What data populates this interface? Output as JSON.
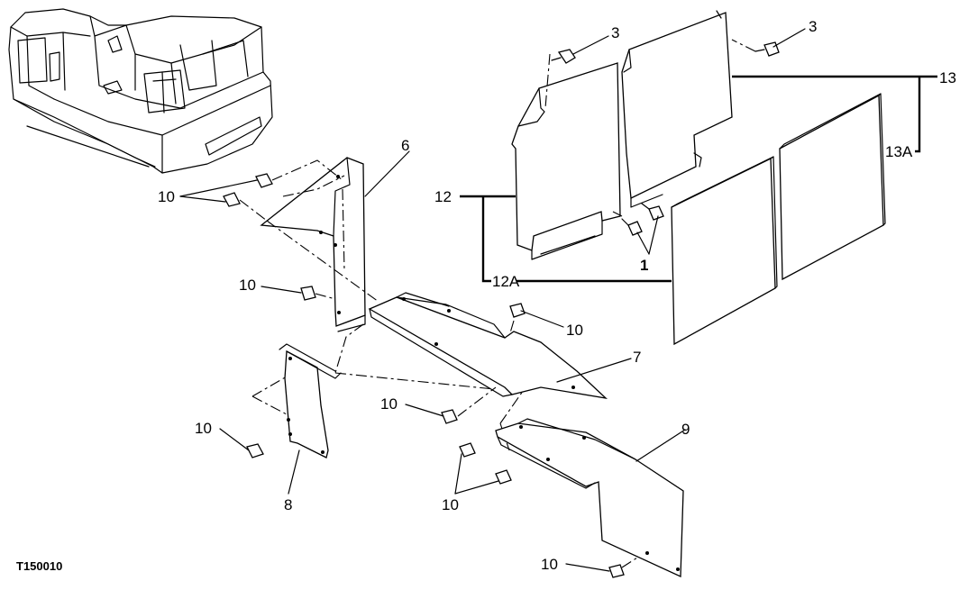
{
  "figure_id": "T150010",
  "callouts": {
    "c1": "1",
    "c3a": "3",
    "c3b": "3",
    "c6": "6",
    "c7": "7",
    "c8": "8",
    "c9": "9",
    "c10_top": "10",
    "c10_mid": "10",
    "c10_center": "10",
    "c10_right": "10",
    "c10_left": "10",
    "c10_bottom_left": "10",
    "c10_bottom": "10",
    "c12": "12",
    "c12a": "12A",
    "c13": "13",
    "c13a": "13A"
  }
}
